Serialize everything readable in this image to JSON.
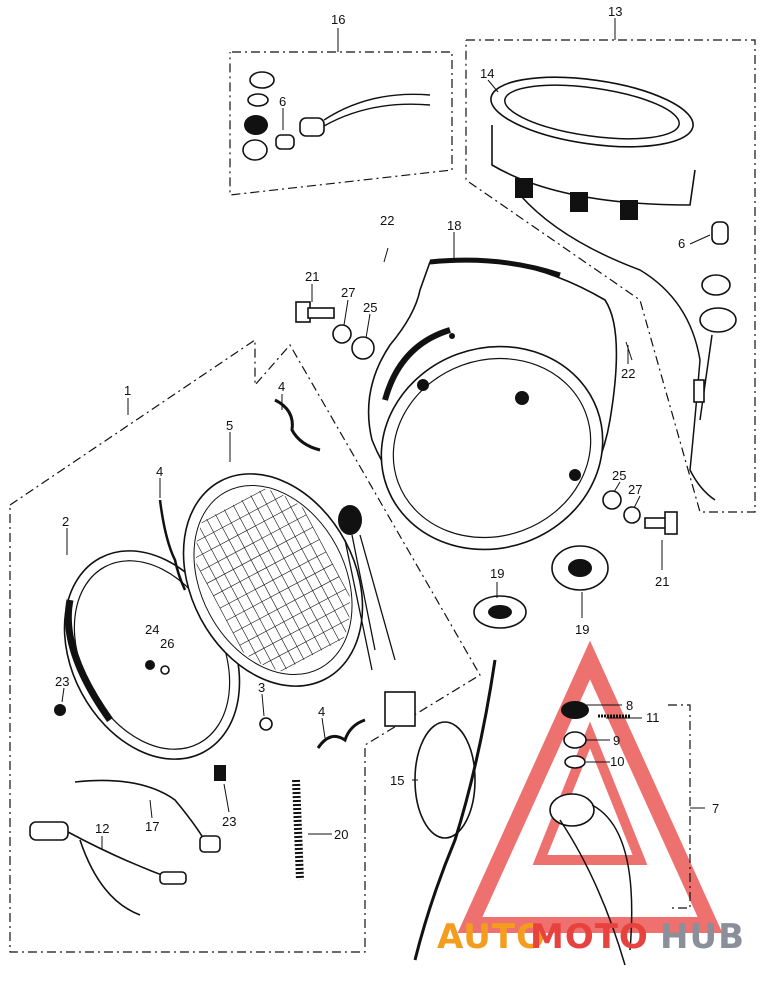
{
  "callouts": [
    {
      "id": "c1",
      "text": "1"
    },
    {
      "id": "c2",
      "text": "2"
    },
    {
      "id": "c3",
      "text": "3"
    },
    {
      "id": "c4a",
      "text": "4"
    },
    {
      "id": "c4b",
      "text": "4"
    },
    {
      "id": "c4c",
      "text": "4"
    },
    {
      "id": "c5",
      "text": "5"
    },
    {
      "id": "c6a",
      "text": "6"
    },
    {
      "id": "c6b",
      "text": "6"
    },
    {
      "id": "c7",
      "text": "7"
    },
    {
      "id": "c8",
      "text": "8"
    },
    {
      "id": "c9",
      "text": "9"
    },
    {
      "id": "c10",
      "text": "10"
    },
    {
      "id": "c11",
      "text": "11"
    },
    {
      "id": "c12",
      "text": "12"
    },
    {
      "id": "c13",
      "text": "13"
    },
    {
      "id": "c14",
      "text": "14"
    },
    {
      "id": "c15",
      "text": "15"
    },
    {
      "id": "c16",
      "text": "16"
    },
    {
      "id": "c17",
      "text": "17"
    },
    {
      "id": "c18",
      "text": "18"
    },
    {
      "id": "c19a",
      "text": "19"
    },
    {
      "id": "c19b",
      "text": "19"
    },
    {
      "id": "c20",
      "text": "20"
    },
    {
      "id": "c21a",
      "text": "21"
    },
    {
      "id": "c21b",
      "text": "21"
    },
    {
      "id": "c22a",
      "text": "22"
    },
    {
      "id": "c22b",
      "text": "22"
    },
    {
      "id": "c23a",
      "text": "23"
    },
    {
      "id": "c23b",
      "text": "23"
    },
    {
      "id": "c24",
      "text": "24"
    },
    {
      "id": "c25a",
      "text": "25"
    },
    {
      "id": "c25b",
      "text": "25"
    },
    {
      "id": "c26",
      "text": "26"
    },
    {
      "id": "c27a",
      "text": "27"
    },
    {
      "id": "c27b",
      "text": "27"
    }
  ],
  "watermark": {
    "part1": "AUTO",
    "part2": "MOTO",
    "part3": "HUB",
    "color_red": "#e8423f",
    "color_orange": "#f39c1e",
    "color_gray": "#8a8f99"
  }
}
